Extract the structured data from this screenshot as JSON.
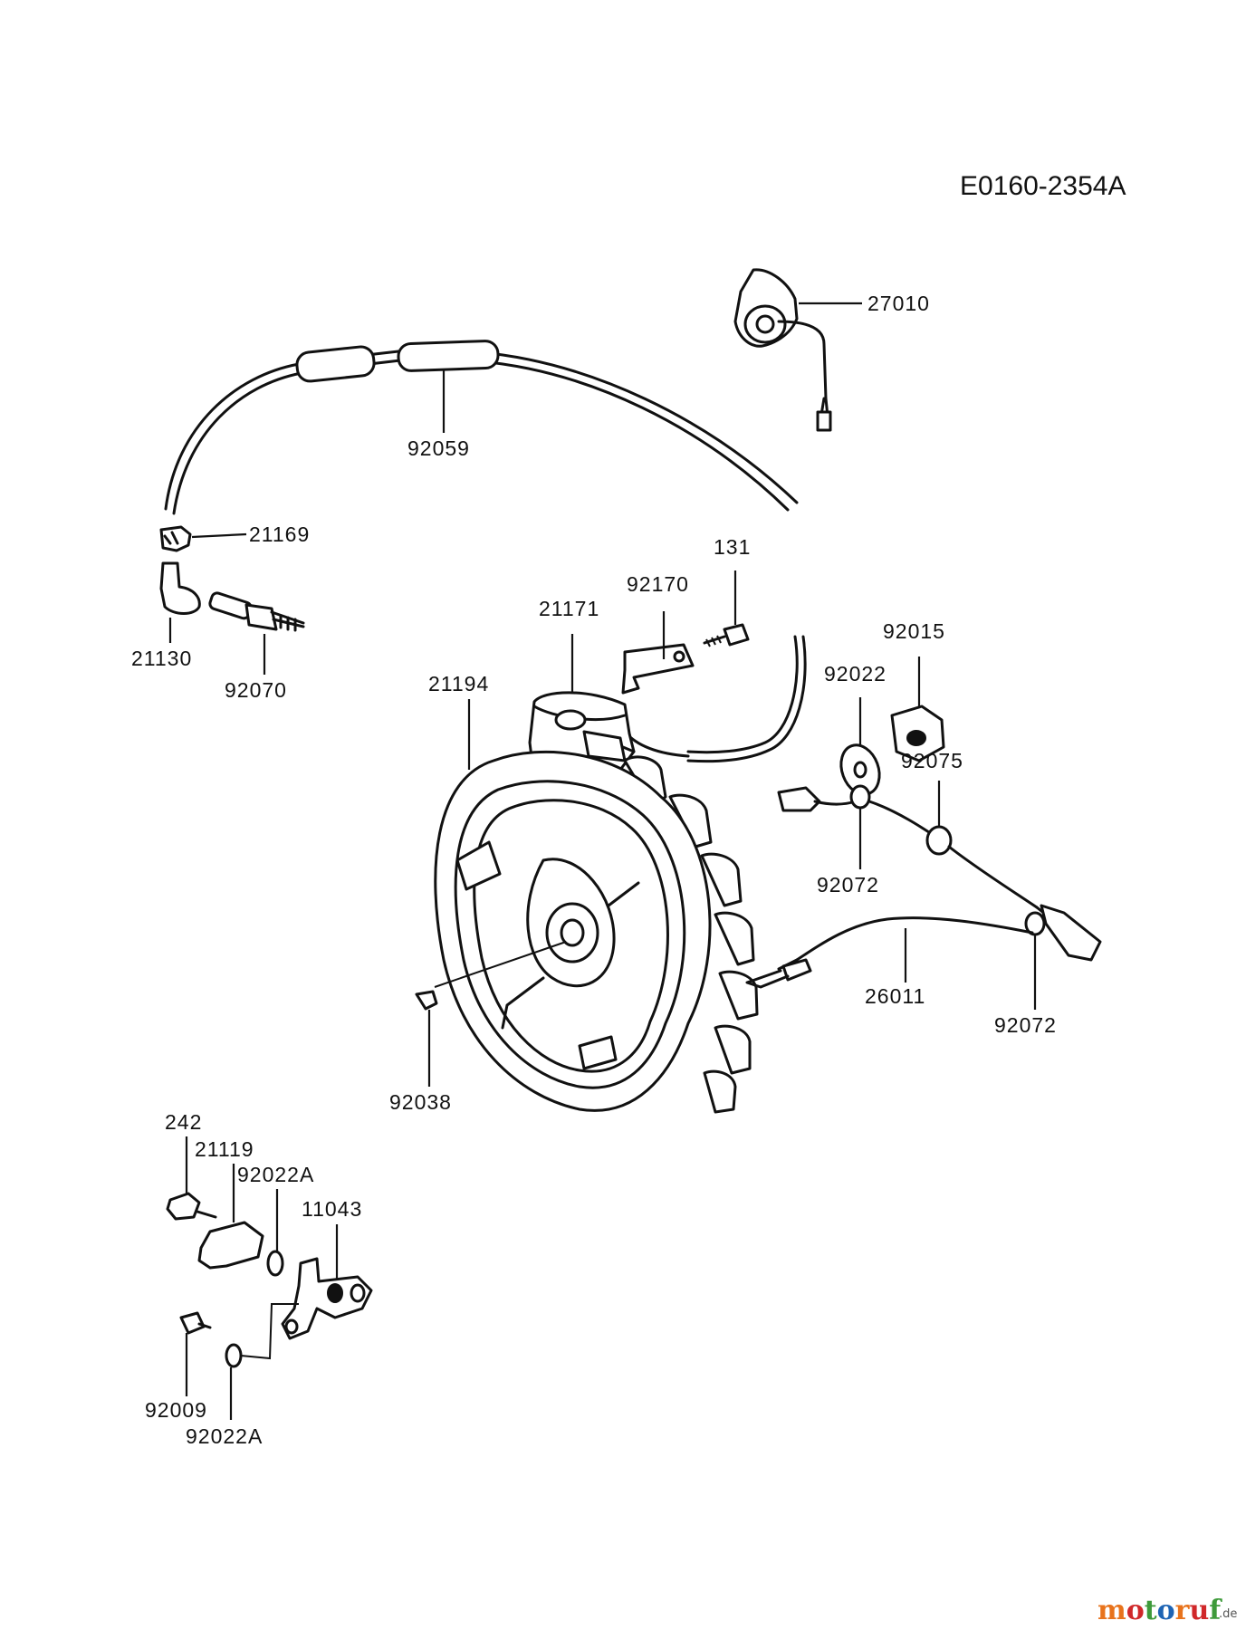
{
  "diagram": {
    "code": "E0160-2354A",
    "parts": [
      "27010",
      "92059",
      "21169",
      "21130",
      "92070",
      "131",
      "92170",
      "21171",
      "92015",
      "92022",
      "21194",
      "92075",
      "92072",
      "26011",
      "92072",
      "92038",
      "242",
      "21119",
      "92022A",
      "11043",
      "92009",
      "92022A"
    ]
  },
  "watermark": {
    "brand": "motoruf",
    "tld": ".de"
  },
  "colors": {
    "line": "#111111",
    "background": "#ffffff",
    "wm_orange": "#e8731c",
    "wm_red": "#d0282a",
    "wm_green": "#3e9a3a",
    "wm_blue": "#1e64b4"
  }
}
